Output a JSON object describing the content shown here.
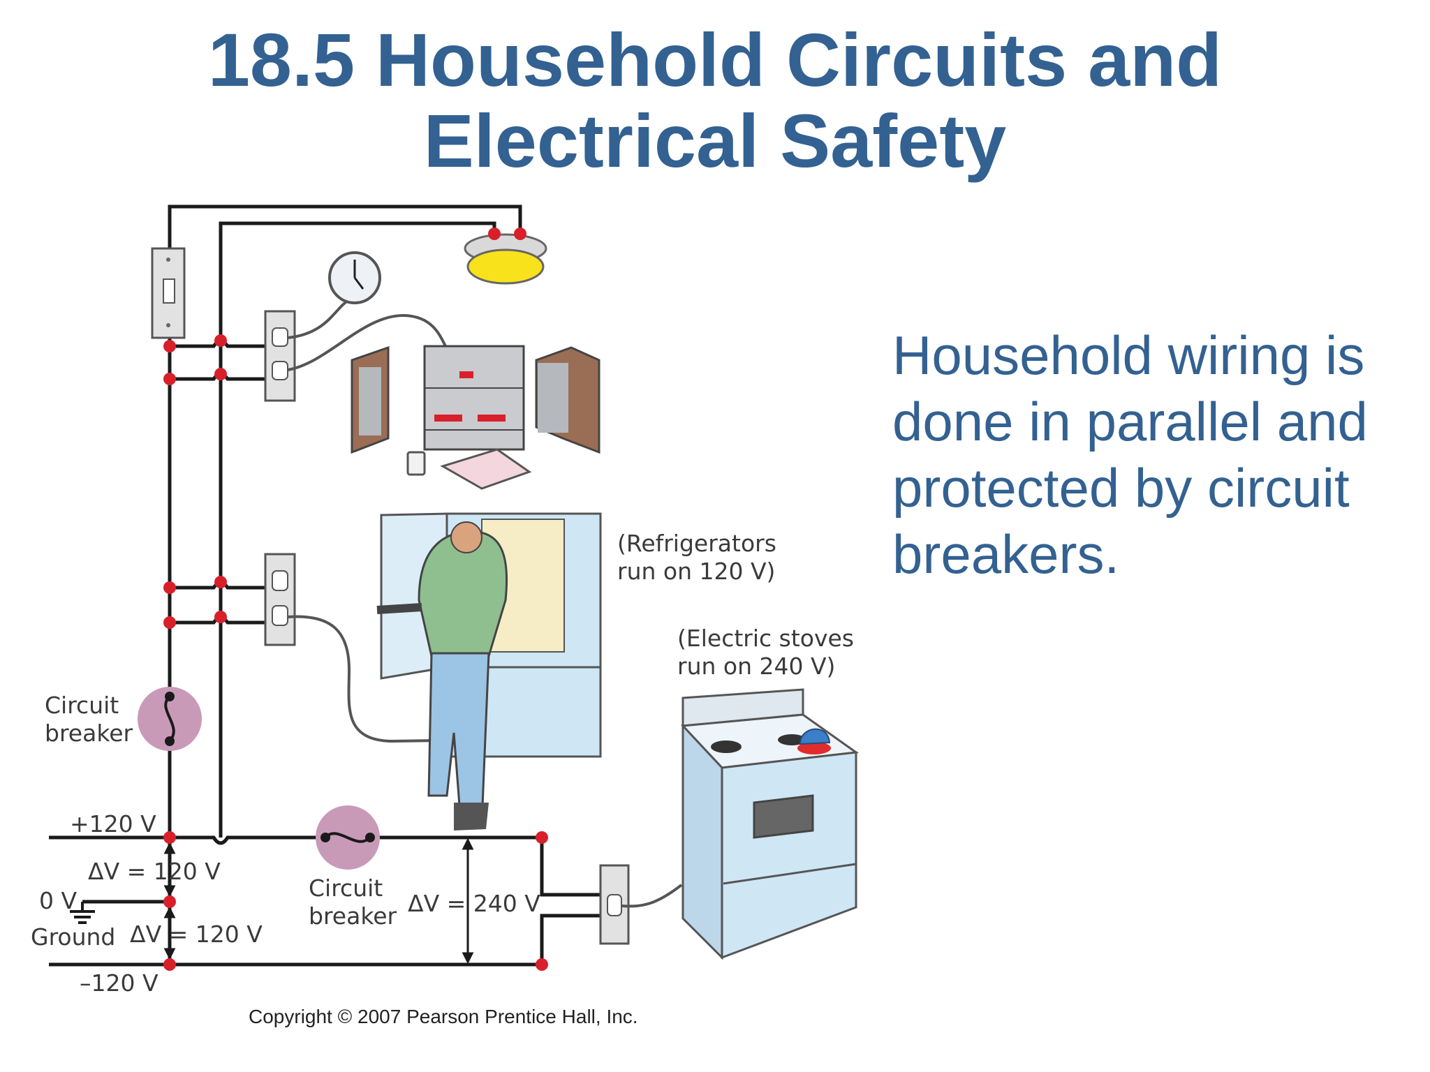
{
  "slide": {
    "title_line1": "18.5 Household Circuits and",
    "title_line2": "Electrical Safety",
    "body_text": "Household wiring is done in parallel and protected by circuit breakers."
  },
  "figure": {
    "labels": {
      "refrigerators_line1": "(Refrigerators",
      "refrigerators_line2": "run on 120 V)",
      "stoves_line1": "(Electric stoves",
      "stoves_line2": "run on 240 V)",
      "circuit_breaker_left_line1": "Circuit",
      "circuit_breaker_left_line2": "breaker",
      "circuit_breaker_bottom_line1": "Circuit",
      "circuit_breaker_bottom_line2": "breaker",
      "plus_120": "+120 V",
      "zero_v": "0 V",
      "ground": "Ground",
      "minus_120": "–120 V",
      "dv_120_upper": "ΔV = 120 V",
      "dv_120_lower": "ΔV = 120 V",
      "dv_240": "ΔV = 240 V",
      "copyright": "Copyright © 2007 Pearson Prentice Hall, Inc."
    },
    "colors": {
      "title": "#336191",
      "wire": "#1a1a1a",
      "junction": "#d8202a",
      "breaker": "#c99ab8",
      "appliance": "#cfe6f5"
    }
  }
}
